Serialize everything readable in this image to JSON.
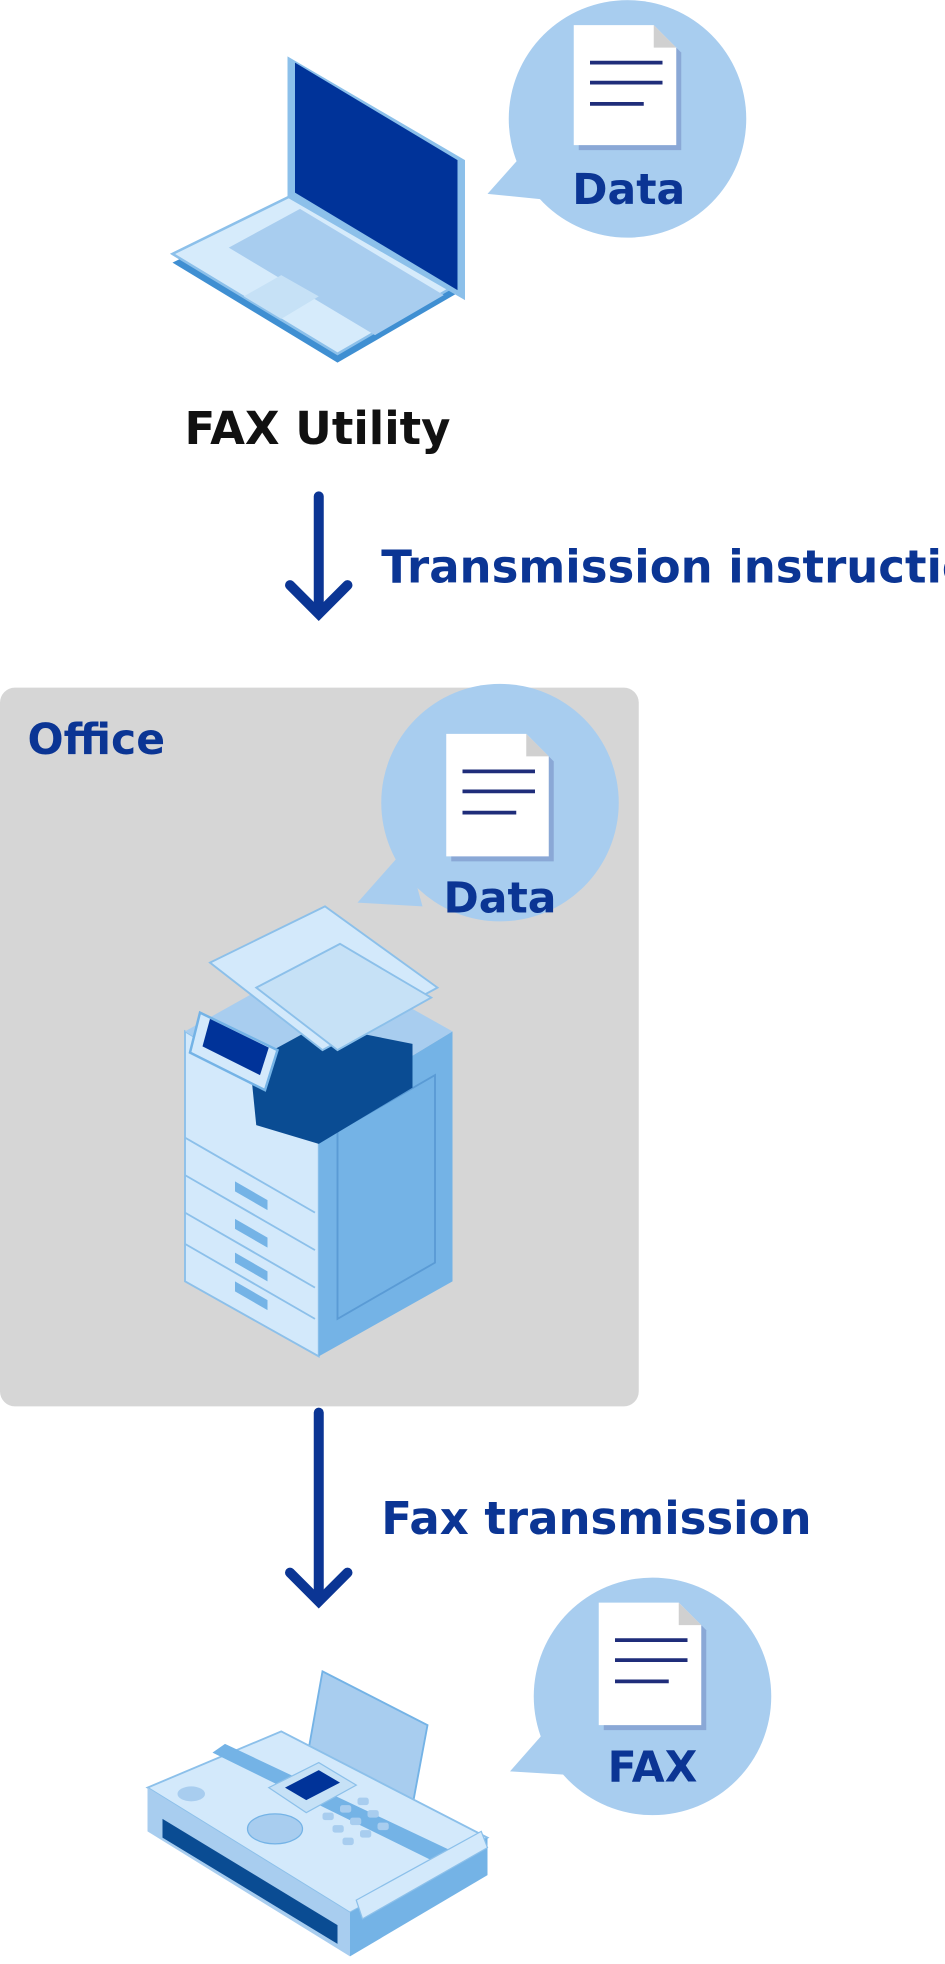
{
  "laptop": {
    "label": "FAX Utility",
    "bubble_label": "Data"
  },
  "step1": {
    "label": "Transmission instruction"
  },
  "office": {
    "title": "Office",
    "bubble_label": "Data"
  },
  "step2": {
    "label": "Fax transmission"
  },
  "fax": {
    "bubble_label": "FAX"
  },
  "colors": {
    "accent": "#0b3594",
    "bubble": "#a8cdef",
    "office_bg": "#d6d6d6",
    "device_light": "#d3e9fb",
    "device_mid": "#74b3e6",
    "device_dark": "#003399"
  }
}
